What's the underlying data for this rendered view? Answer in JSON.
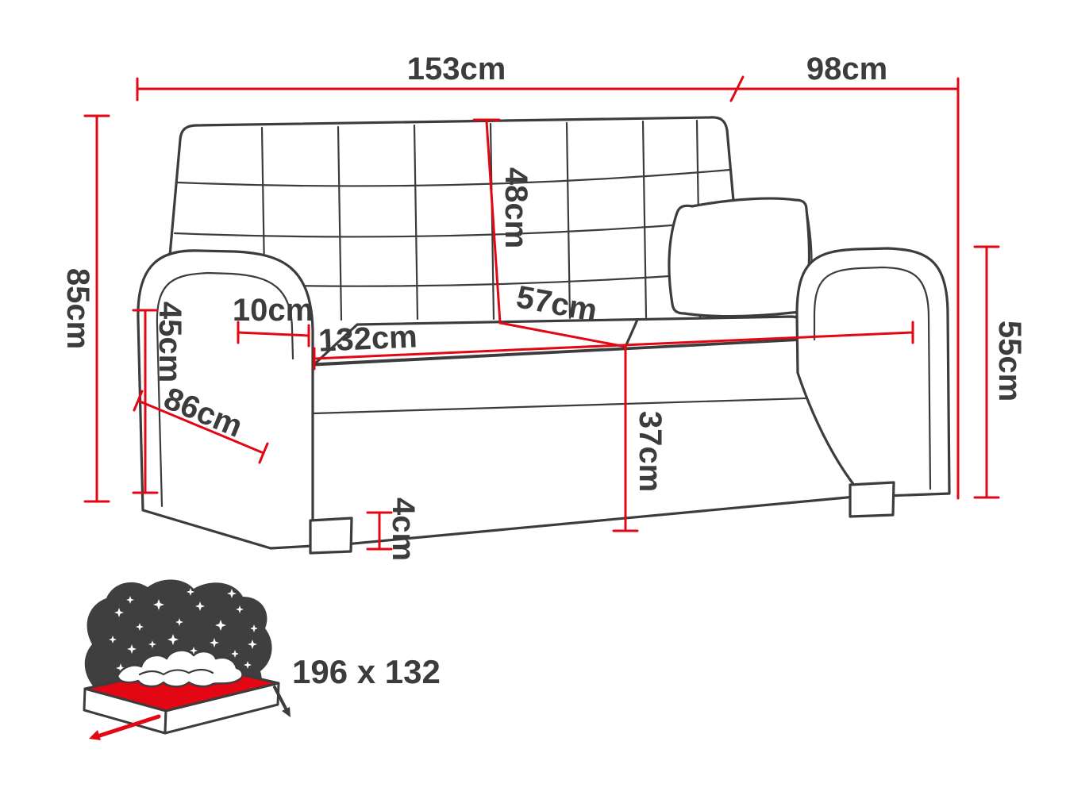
{
  "colors": {
    "background": "#ffffff",
    "outline": "#3c3c3c",
    "dimension": "#e30613",
    "label": "#3c3c3c",
    "night_sky": "#3f3f3f",
    "star": "#ffffff",
    "mattress": "#e30613"
  },
  "diagram": {
    "unit": "cm",
    "labels": {
      "width": "153cm",
      "depth": "98cm",
      "height": "85cm",
      "armrest_height": "45cm",
      "armrest_width": "10cm",
      "seat_width": "132cm",
      "seat_depth": "57cm",
      "backrest_height": "48cm",
      "side_depth": "86cm",
      "seat_height": "37cm",
      "side_height": "55cm",
      "leg_height": "4cm"
    },
    "sleeping_area": "196 x 132"
  },
  "icons": {
    "night_sky": "starry-night-cloud",
    "star": "four-point-star",
    "bed": "fold-out-sleeping-area"
  }
}
